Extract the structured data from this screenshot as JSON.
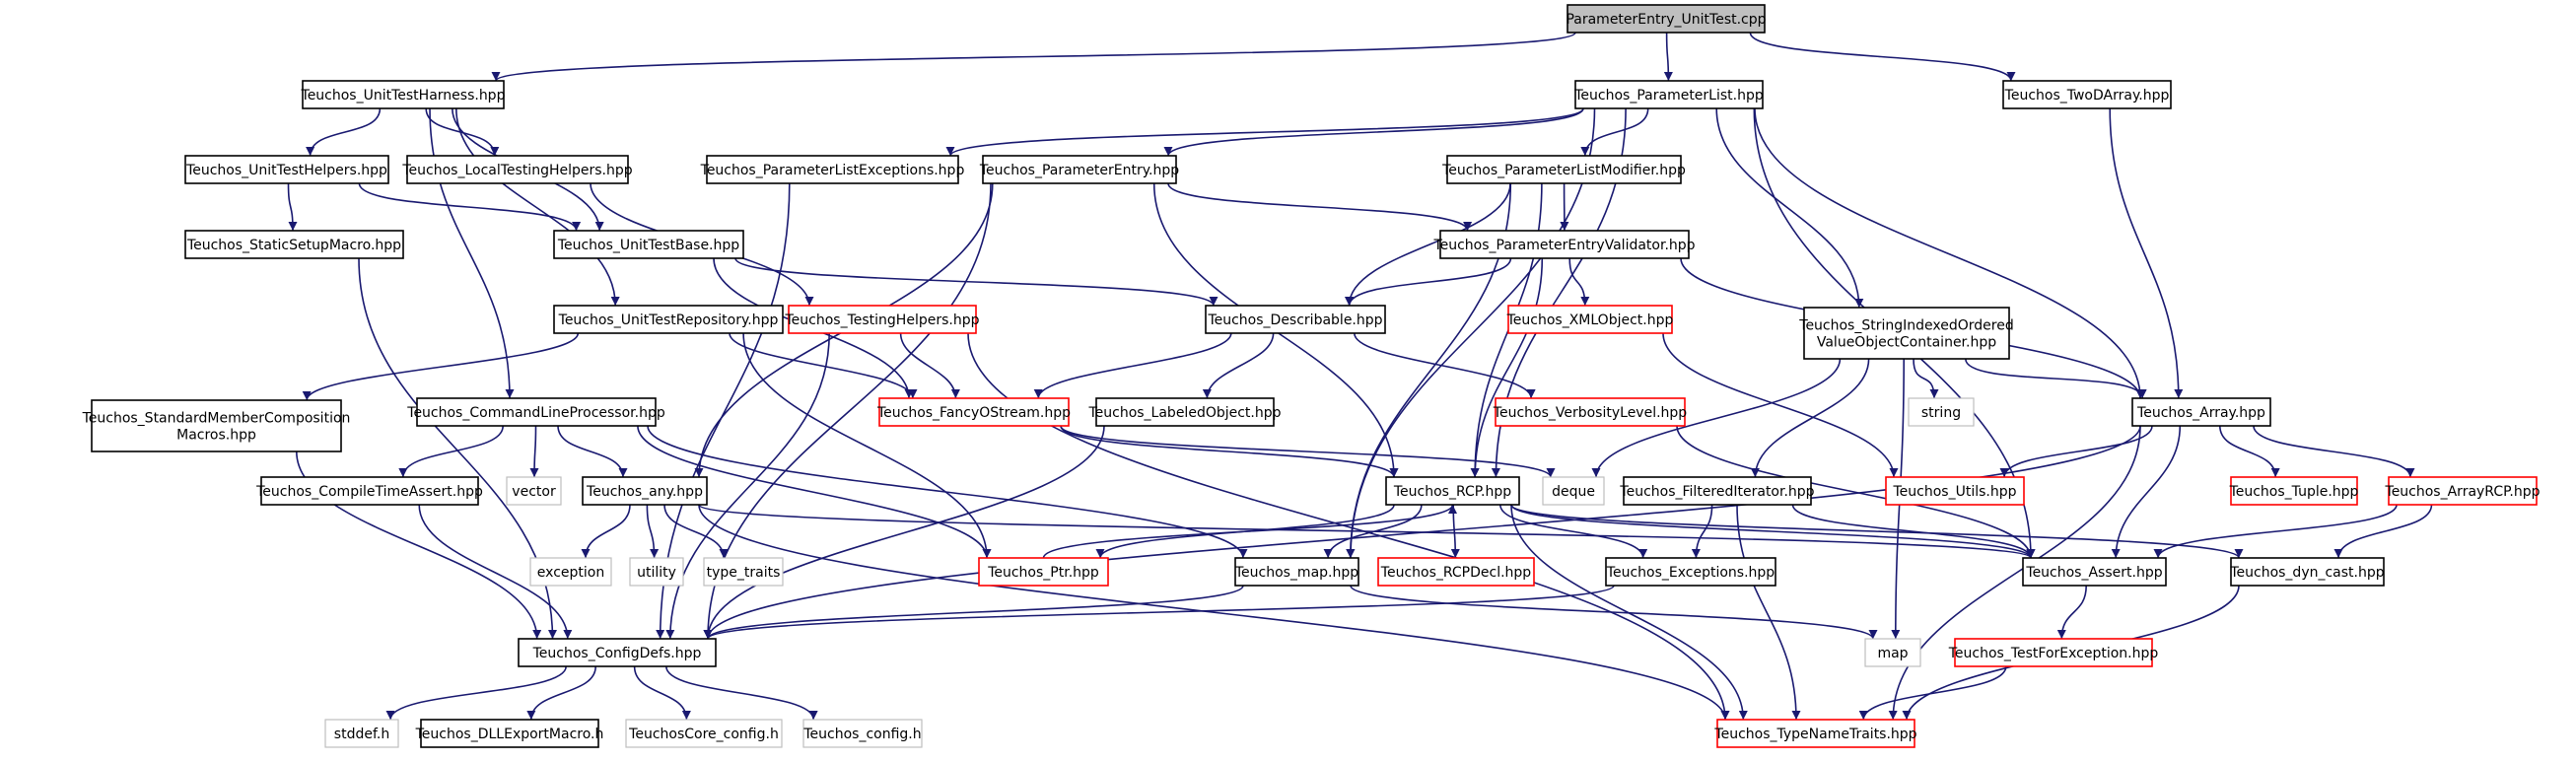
{
  "title": "ParameterEntry_UnitTest.cpp",
  "colors": {
    "edge": "#191970",
    "root_fill": "#bfbfbf",
    "node_border": "#000000",
    "linked_border": "#ff0000",
    "system_border": "#bfbfbf"
  },
  "nodes": [
    {
      "id": "root",
      "label": "ParameterEntry_UnitTest.cpp",
      "kind": "root"
    },
    {
      "id": "harness",
      "label": "Teuchos_UnitTestHarness.hpp",
      "kind": "doc"
    },
    {
      "id": "plist",
      "label": "Teuchos_ParameterList.hpp",
      "kind": "doc"
    },
    {
      "id": "twod",
      "label": "Teuchos_TwoDArray.hpp",
      "kind": "doc"
    },
    {
      "id": "uthelpers",
      "label": "Teuchos_UnitTestHelpers.hpp",
      "kind": "doc"
    },
    {
      "id": "localtest",
      "label": "Teuchos_LocalTestingHelpers.hpp",
      "kind": "doc"
    },
    {
      "id": "plexc",
      "label": "Teuchos_ParameterListExceptions.hpp",
      "kind": "doc"
    },
    {
      "id": "pentry",
      "label": "Teuchos_ParameterEntry.hpp",
      "kind": "doc"
    },
    {
      "id": "plmod",
      "label": "Teuchos_ParameterListModifier.hpp",
      "kind": "doc"
    },
    {
      "id": "staticsetup",
      "label": "Teuchos_StaticSetupMacro.hpp",
      "kind": "doc"
    },
    {
      "id": "utbase",
      "label": "Teuchos_UnitTestBase.hpp",
      "kind": "doc"
    },
    {
      "id": "pevalid",
      "label": "Teuchos_ParameterEntryValidator.hpp",
      "kind": "doc"
    },
    {
      "id": "strindexed",
      "label": "Teuchos_StringIndexedOrdered\nValueObjectContainer.hpp",
      "kind": "doc"
    },
    {
      "id": "utrepo",
      "label": "Teuchos_UnitTestRepository.hpp",
      "kind": "doc"
    },
    {
      "id": "testhelpers",
      "label": "Teuchos_TestingHelpers.hpp",
      "kind": "link"
    },
    {
      "id": "describable",
      "label": "Teuchos_Describable.hpp",
      "kind": "doc"
    },
    {
      "id": "xmlobj",
      "label": "Teuchos_XMLObject.hpp",
      "kind": "link"
    },
    {
      "id": "stdmember",
      "label": "Teuchos_StandardMemberComposition\nMacros.hpp",
      "kind": "doc"
    },
    {
      "id": "cmdline",
      "label": "Teuchos_CommandLineProcessor.hpp",
      "kind": "doc"
    },
    {
      "id": "fancy",
      "label": "Teuchos_FancyOStream.hpp",
      "kind": "link"
    },
    {
      "id": "labeled",
      "label": "Teuchos_LabeledObject.hpp",
      "kind": "doc"
    },
    {
      "id": "verbosity",
      "label": "Teuchos_VerbosityLevel.hpp",
      "kind": "link"
    },
    {
      "id": "string",
      "label": "string",
      "kind": "system"
    },
    {
      "id": "array",
      "label": "Teuchos_Array.hpp",
      "kind": "doc"
    },
    {
      "id": "compileassert",
      "label": "Teuchos_CompileTimeAssert.hpp",
      "kind": "doc"
    },
    {
      "id": "vector",
      "label": "vector",
      "kind": "system"
    },
    {
      "id": "any",
      "label": "Teuchos_any.hpp",
      "kind": "doc"
    },
    {
      "id": "rcp",
      "label": "Teuchos_RCP.hpp",
      "kind": "doc"
    },
    {
      "id": "deque",
      "label": "deque",
      "kind": "system"
    },
    {
      "id": "filtered",
      "label": "Teuchos_FilteredIterator.hpp",
      "kind": "doc"
    },
    {
      "id": "utils",
      "label": "Teuchos_Utils.hpp",
      "kind": "link"
    },
    {
      "id": "tuple",
      "label": "Teuchos_Tuple.hpp",
      "kind": "link"
    },
    {
      "id": "arrayrcp",
      "label": "Teuchos_ArrayRCP.hpp",
      "kind": "link"
    },
    {
      "id": "exception",
      "label": "exception",
      "kind": "system"
    },
    {
      "id": "utility",
      "label": "utility",
      "kind": "system"
    },
    {
      "id": "typetraits",
      "label": "type_traits",
      "kind": "system"
    },
    {
      "id": "ptr",
      "label": "Teuchos_Ptr.hpp",
      "kind": "link"
    },
    {
      "id": "map",
      "label": "Teuchos_map.hpp",
      "kind": "doc"
    },
    {
      "id": "rcpdecl",
      "label": "Teuchos_RCPDecl.hpp",
      "kind": "link"
    },
    {
      "id": "exceptions",
      "label": "Teuchos_Exceptions.hpp",
      "kind": "doc"
    },
    {
      "id": "assert",
      "label": "Teuchos_Assert.hpp",
      "kind": "doc"
    },
    {
      "id": "dyncast",
      "label": "Teuchos_dyn_cast.hpp",
      "kind": "doc"
    },
    {
      "id": "configdefs",
      "label": "Teuchos_ConfigDefs.hpp",
      "kind": "doc"
    },
    {
      "id": "mapsys",
      "label": "map",
      "kind": "system"
    },
    {
      "id": "testforexc",
      "label": "Teuchos_TestForException.hpp",
      "kind": "link"
    },
    {
      "id": "stddef",
      "label": "stddef.h",
      "kind": "system"
    },
    {
      "id": "dllexport",
      "label": "Teuchos_DLLExportMacro.h",
      "kind": "doc"
    },
    {
      "id": "coreconfig",
      "label": "TeuchosCore_config.h",
      "kind": "system"
    },
    {
      "id": "config",
      "label": "Teuchos_config.h",
      "kind": "system"
    },
    {
      "id": "typename",
      "label": "Teuchos_TypeNameTraits.hpp",
      "kind": "link"
    }
  ],
  "edges": [
    [
      "root",
      "harness"
    ],
    [
      "root",
      "plist"
    ],
    [
      "root",
      "twod"
    ],
    [
      "harness",
      "uthelpers"
    ],
    [
      "harness",
      "localtest"
    ],
    [
      "harness",
      "utbase"
    ],
    [
      "harness",
      "utrepo"
    ],
    [
      "harness",
      "cmdline"
    ],
    [
      "uthelpers",
      "staticsetup"
    ],
    [
      "uthelpers",
      "utbase"
    ],
    [
      "localtest",
      "testhelpers"
    ],
    [
      "staticsetup",
      "configdefs"
    ],
    [
      "utbase",
      "describable"
    ],
    [
      "utbase",
      "fancy"
    ],
    [
      "utrepo",
      "stdmember"
    ],
    [
      "utrepo",
      "fancy"
    ],
    [
      "utrepo",
      "ptr"
    ],
    [
      "stdmember",
      "configdefs"
    ],
    [
      "testhelpers",
      "fancy"
    ],
    [
      "testhelpers",
      "typename"
    ],
    [
      "testhelpers",
      "configdefs"
    ],
    [
      "plist",
      "plexc"
    ],
    [
      "plist",
      "pentry"
    ],
    [
      "plist",
      "plmod"
    ],
    [
      "plist",
      "strindexed"
    ],
    [
      "plist",
      "array"
    ],
    [
      "plist",
      "assert"
    ],
    [
      "plist",
      "map"
    ],
    [
      "plist",
      "rcp"
    ],
    [
      "plexc",
      "configdefs"
    ],
    [
      "pentry",
      "pevalid"
    ],
    [
      "pentry",
      "any"
    ],
    [
      "pentry",
      "configdefs"
    ],
    [
      "pentry",
      "rcp"
    ],
    [
      "plmod",
      "pevalid"
    ],
    [
      "plmod",
      "describable"
    ],
    [
      "plmod",
      "map"
    ],
    [
      "plmod",
      "rcp"
    ],
    [
      "pevalid",
      "describable"
    ],
    [
      "pevalid",
      "xmlobj"
    ],
    [
      "pevalid",
      "rcp"
    ],
    [
      "pevalid",
      "array"
    ],
    [
      "xmlobj",
      "utils"
    ],
    [
      "describable",
      "fancy"
    ],
    [
      "describable",
      "labeled"
    ],
    [
      "describable",
      "verbosity"
    ],
    [
      "verbosity",
      "assert"
    ],
    [
      "labeled",
      "configdefs"
    ],
    [
      "fancy",
      "rcp"
    ],
    [
      "fancy",
      "deque"
    ],
    [
      "strindexed",
      "array"
    ],
    [
      "strindexed",
      "filtered"
    ],
    [
      "strindexed",
      "string"
    ],
    [
      "strindexed",
      "deque"
    ],
    [
      "strindexed",
      "mapsys"
    ],
    [
      "twod",
      "array"
    ],
    [
      "array",
      "utils"
    ],
    [
      "array",
      "tuple"
    ],
    [
      "array",
      "arrayrcp"
    ],
    [
      "array",
      "assert"
    ],
    [
      "array",
      "typename"
    ],
    [
      "array",
      "configdefs"
    ],
    [
      "arrayrcp",
      "assert"
    ],
    [
      "arrayrcp",
      "dyncast"
    ],
    [
      "cmdline",
      "vector"
    ],
    [
      "cmdline",
      "compileassert"
    ],
    [
      "cmdline",
      "any"
    ],
    [
      "cmdline",
      "ptr"
    ],
    [
      "cmdline",
      "map"
    ],
    [
      "compileassert",
      "configdefs"
    ],
    [
      "any",
      "exception"
    ],
    [
      "any",
      "utility"
    ],
    [
      "any",
      "typetraits"
    ],
    [
      "any",
      "assert"
    ],
    [
      "any",
      "typename"
    ],
    [
      "rcp",
      "ptr"
    ],
    [
      "rcp",
      "map"
    ],
    [
      "rcp",
      "rcpdecl"
    ],
    [
      "rcp",
      "exceptions"
    ],
    [
      "rcp",
      "assert"
    ],
    [
      "rcp",
      "dyncast"
    ],
    [
      "rcp",
      "typename"
    ],
    [
      "ptr",
      "rcp"
    ],
    [
      "map",
      "configdefs"
    ],
    [
      "map",
      "mapsys"
    ],
    [
      "filtered",
      "exceptions"
    ],
    [
      "filtered",
      "assert"
    ],
    [
      "filtered",
      "typename"
    ],
    [
      "exceptions",
      "configdefs"
    ],
    [
      "assert",
      "testforexc"
    ],
    [
      "testforexc",
      "typename"
    ],
    [
      "dyncast",
      "typename"
    ],
    [
      "configdefs",
      "stddef"
    ],
    [
      "configdefs",
      "dllexport"
    ],
    [
      "configdefs",
      "coreconfig"
    ],
    [
      "configdefs",
      "config"
    ]
  ]
}
